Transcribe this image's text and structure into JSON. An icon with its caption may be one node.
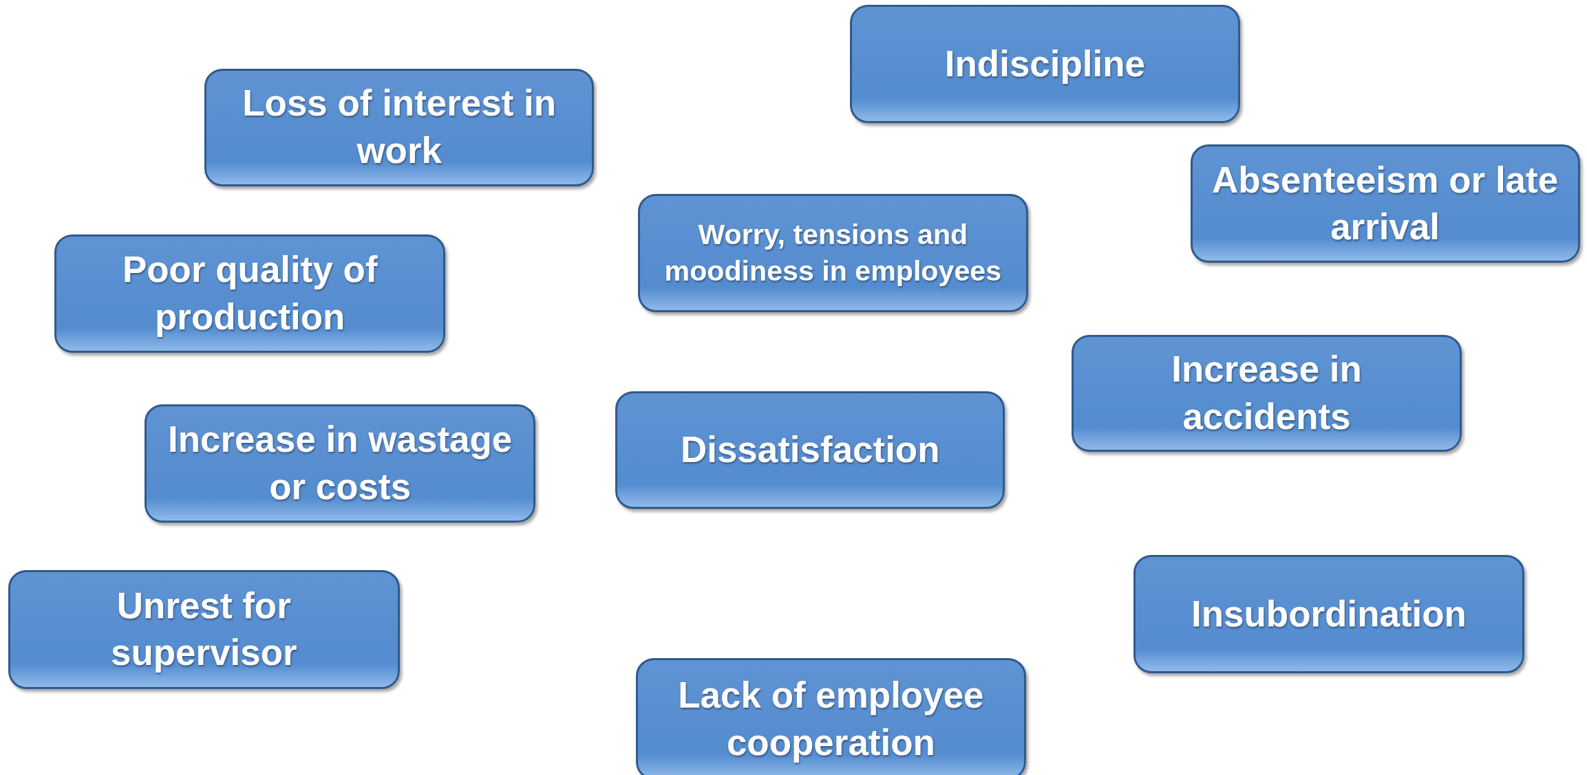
{
  "diagram": {
    "nodes": [
      {
        "text": [
          "Indiscipline"
        ]
      },
      {
        "text": [
          "Loss of interest in work"
        ]
      },
      {
        "text": [
          "Absenteeism or late arrival"
        ]
      },
      {
        "text": [
          "Worry, tensions and moodiness in employees"
        ]
      },
      {
        "text": [
          "Poor quality of production"
        ]
      },
      {
        "text": [
          "Increase in accidents"
        ]
      },
      {
        "text": [
          "Dissatisfaction"
        ]
      },
      {
        "text": [
          "Increase in wastage or costs"
        ]
      },
      {
        "text": [
          "Unrest for supervisor"
        ]
      },
      {
        "text": [
          "Insubordination"
        ]
      },
      {
        "text": [
          "Lack of employee cooperation"
        ]
      }
    ]
  }
}
